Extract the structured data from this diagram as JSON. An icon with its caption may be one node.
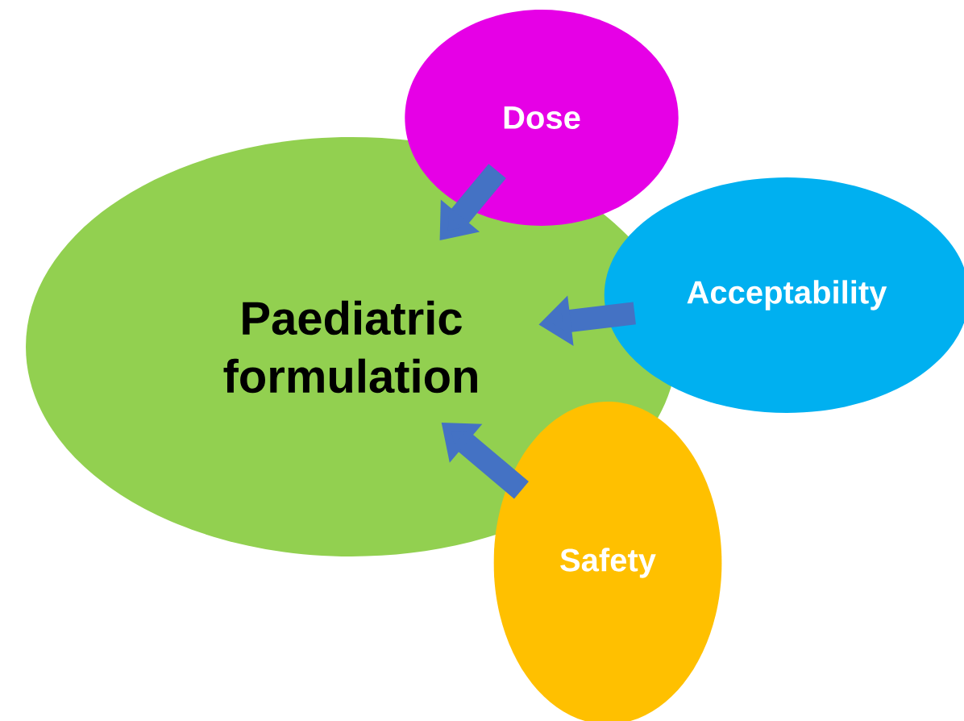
{
  "diagram": {
    "nodes": [
      {
        "text": [
          "Dose"
        ]
      },
      {
        "text": [
          "Paediatric formulation"
        ]
      },
      {
        "text": [
          "Acceptability"
        ]
      },
      {
        "text": [
          "Safety"
        ]
      }
    ],
    "edges": [
      {
        "from": 0,
        "to": 1,
        "arrow": "to"
      },
      {
        "from": 2,
        "to": 1,
        "arrow": "to"
      },
      {
        "from": 3,
        "to": 1,
        "arrow": "to"
      }
    ]
  }
}
